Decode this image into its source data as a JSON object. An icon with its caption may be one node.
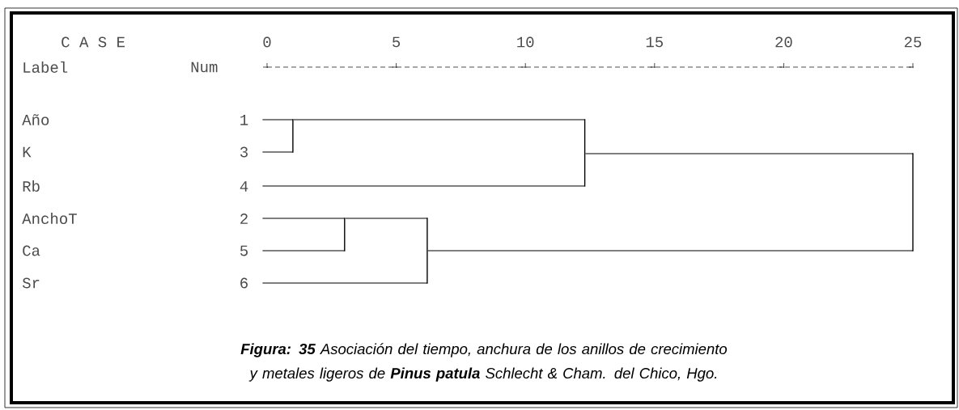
{
  "diagram": {
    "caption": "**Figura: 35** Asociación del tiempo, anchura de los anillos de crecimiento y metales ligeros de **Pinus patula** Schlecht & Cham. del Chico, Hgo.",
    "nodes": [
      {
        "text": [
          "Año",
          "1"
        ]
      },
      {
        "text": [
          "K",
          "3"
        ]
      },
      {
        "text": [
          "Rb",
          "4"
        ]
      },
      {
        "text": [
          "AnchoT",
          "2"
        ]
      },
      {
        "text": [
          "Ca",
          "5"
        ]
      },
      {
        "text": [
          "Sr",
          "6"
        ]
      },
      {
        "text": [],
        "shape": "bar"
      },
      {
        "text": [],
        "shape": "bar"
      },
      {
        "text": [],
        "shape": "bar"
      },
      {
        "text": [],
        "shape": "bar"
      },
      {
        "text": [],
        "shape": "bar"
      }
    ],
    "edges": [
      {
        "from": 6,
        "to": 0,
        "arrow": "none"
      },
      {
        "from": 6,
        "to": 1,
        "arrow": "none"
      },
      {
        "from": 7,
        "to": 6,
        "arrow": "none"
      },
      {
        "from": 7,
        "to": 2,
        "arrow": "none"
      },
      {
        "from": 8,
        "to": 3,
        "arrow": "none"
      },
      {
        "from": 8,
        "to": 4,
        "arrow": "none"
      },
      {
        "from": 9,
        "to": 8,
        "arrow": "none"
      },
      {
        "from": 9,
        "to": 5,
        "arrow": "none"
      },
      {
        "from": 10,
        "to": 7,
        "arrow": "none"
      },
      {
        "from": 10,
        "to": 9,
        "arrow": "none"
      }
    ],
    "labels": [
      "C A S E",
      "0",
      "5",
      "10",
      "15",
      "20",
      "25",
      "Label",
      "Num"
    ]
  }
}
